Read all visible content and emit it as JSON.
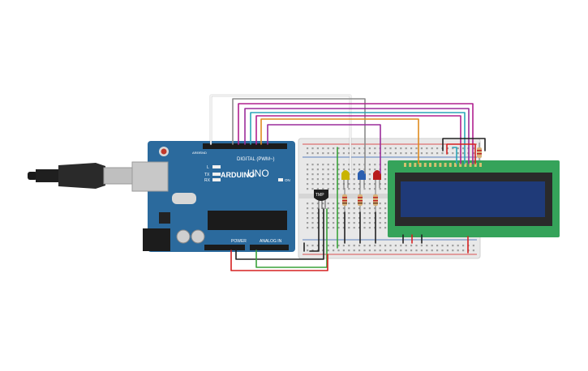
{
  "arduino": {
    "brand": "ARDUINO",
    "model": "UNO",
    "digital_label": "DIGITAL (PWM~)",
    "power_label": "POWER",
    "analog_label": "ANALOG IN",
    "led_labels": [
      "L",
      "TX",
      "RX"
    ],
    "on_label": "ON",
    "aref_label": "AREF",
    "gnd_label": "GND"
  },
  "sensor": {
    "label": "TMP"
  },
  "lcd": {
    "pin_count": 16
  },
  "colors": {
    "board": "#2b6a9d",
    "breadboard": "#e8e8e8",
    "lcd_pcb": "#35a35a",
    "lcd_screen": "#1f3a78",
    "wire_purple": "#9b2d9b",
    "wire_magenta": "#b0208f",
    "wire_teal": "#2aa6b8",
    "wire_orange": "#e08a1e",
    "wire_green": "#3aa23a",
    "wire_red": "#d62020",
    "wire_black": "#222222",
    "wire_gray": "#8c8c8c",
    "led_yellow": "#c9b400",
    "led_blue": "#2b5fb0",
    "led_red": "#b81c1c"
  }
}
